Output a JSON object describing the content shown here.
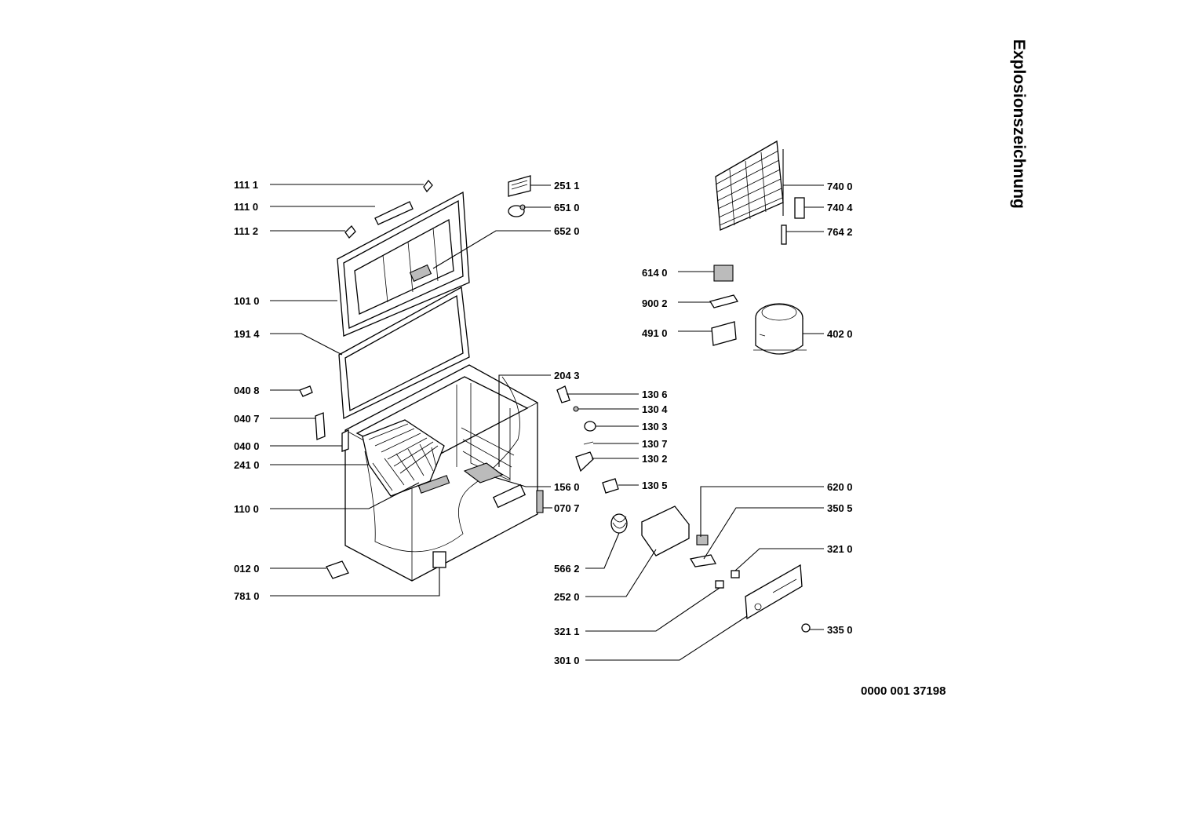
{
  "title": "Explosionszeichnung",
  "document_number": "0000 001 37198",
  "part_labels": {
    "p1111": "111 1",
    "p1110": "111 0",
    "p1112": "111 2",
    "p1010": "101 0",
    "p1914": "191 4",
    "p0408": "040 8",
    "p0407": "040 7",
    "p0400": "040 0",
    "p2410": "241 0",
    "p1100": "110 0",
    "p0120": "012 0",
    "p7810": "781 0",
    "p2511": "251 1",
    "p6510": "651 0",
    "p6520": "652 0",
    "p2043": "204 3",
    "p1560": "156 0",
    "p0707": "070 7",
    "p1306": "130 6",
    "p1304": "130 4",
    "p1303": "130 3",
    "p1307": "130 7",
    "p1302": "130 2",
    "p1305": "130 5",
    "p5662": "566 2",
    "p2520": "252 0",
    "p3211": "321 1",
    "p3010": "301 0",
    "p7400": "740 0",
    "p7404": "740 4",
    "p7642": "764 2",
    "p6140": "614 0",
    "p9002": "900 2",
    "p4910": "491 0",
    "p4020": "402 0",
    "p6200": "620 0",
    "p3505": "350 5",
    "p3210": "321 0",
    "p3350": "335 0"
  }
}
